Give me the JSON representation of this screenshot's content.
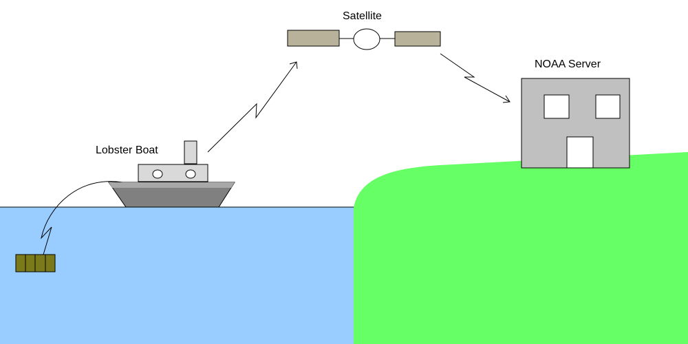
{
  "labels": {
    "satellite": "Satellite",
    "boat": "Lobster Boat",
    "server": "NOAA Server"
  },
  "colors": {
    "background": "#ffffff",
    "sea": "#99ccff",
    "land": "#66ff66",
    "boat_hull": "#808080",
    "boat_cabin": "#d9d9d9",
    "solar_panel": "#b8b29a",
    "building": "#c0c0c0",
    "trap": "#7a7a1a",
    "line": "#000000"
  }
}
